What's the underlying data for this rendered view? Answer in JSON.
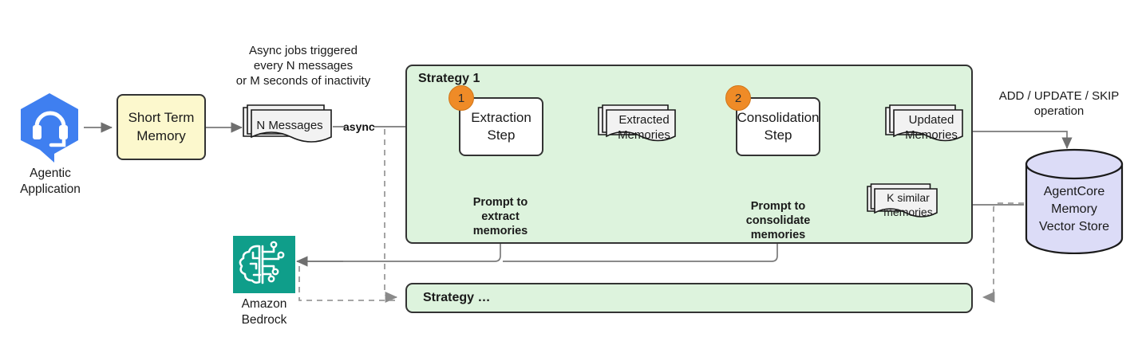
{
  "diagram": {
    "title": "AgentCore Memory async extraction and consolidation flow",
    "colors": {
      "strategy_fill": "#ddf3dd",
      "strategy_stroke": "#333333",
      "short_term_memory_fill": "#fcf8cd",
      "badge_fill": "#ef8b27",
      "vector_store_fill": "#dcdcf7",
      "bedrock_teal": "#0f9e8a",
      "agentic_blue": "#3f7ff0",
      "doc_fill": "#f2f2f2",
      "line": "#7a7a7a",
      "dark_line": "#333333"
    }
  },
  "nodes": {
    "agentic_application": {
      "caption": "Agentic\nApplication",
      "icon": "headset-speech-bubble-icon"
    },
    "short_term_memory": {
      "label": "Short Term\nMemory"
    },
    "n_messages": {
      "label": "N Messages",
      "shape": "document-stack"
    },
    "async_note": {
      "text": "Async jobs triggered\nevery N messages\nor M seconds of inactivity"
    },
    "async_edge_label": {
      "text": "async"
    },
    "strategy_1": {
      "title": "Strategy 1"
    },
    "extraction_step": {
      "label": "Extraction\nStep",
      "badge": "1"
    },
    "extracted_memories": {
      "label": "Extracted\nMemories",
      "shape": "document-stack"
    },
    "consolidation_step": {
      "label": "Consolidation\nStep",
      "badge": "2"
    },
    "updated_memories": {
      "label": "Updated\nMemories",
      "shape": "document-stack"
    },
    "k_similar_memories": {
      "label": "K similar\nmemories",
      "shape": "document-stack"
    },
    "prompt_extract": {
      "text": "Prompt to\nextract\nmemories"
    },
    "prompt_consolidate": {
      "text": "Prompt to\nconsolidate\nmemories"
    },
    "operation_note": {
      "text": "ADD / UPDATE / SKIP\noperation"
    },
    "vector_store": {
      "label": "AgentCore\nMemory\nVector Store",
      "shape": "cylinder"
    },
    "amazon_bedrock": {
      "caption": "Amazon\nBedrock",
      "icon": "brain-circuit-icon"
    },
    "strategy_more": {
      "title": "Strategy …"
    }
  }
}
